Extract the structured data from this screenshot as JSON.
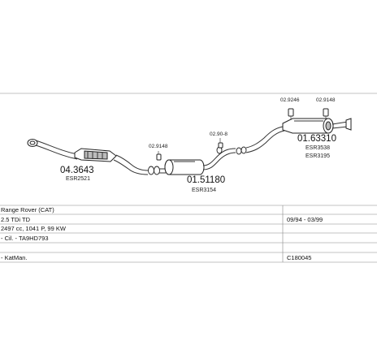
{
  "parts": {
    "catalyst_front": {
      "number": "04.3643",
      "ref": "ESR2521"
    },
    "middle_silencer": {
      "number": "01.51180",
      "ref": "ESR3154"
    },
    "rear_silencer": {
      "number": "01.63310",
      "ref_1": "ESR3538",
      "ref_2": "ESR3195"
    }
  },
  "small_parts": {
    "clamp_1": "02.9148",
    "clamp_2": "02.90-8",
    "hanger_1": "02.9246",
    "hanger_2": "02.9148"
  },
  "vehicle_info": {
    "model": "Range Rover  (CAT)",
    "engine": "2.5 TDi TD",
    "engine_spec": "2497 cc, 1041 P, 99 KW",
    "engine_code": "- Cil. - TA9HD793",
    "production_period": "09/94 - 03/99",
    "catalyst_type": "- KatMan.",
    "kit_code": "C180045"
  }
}
